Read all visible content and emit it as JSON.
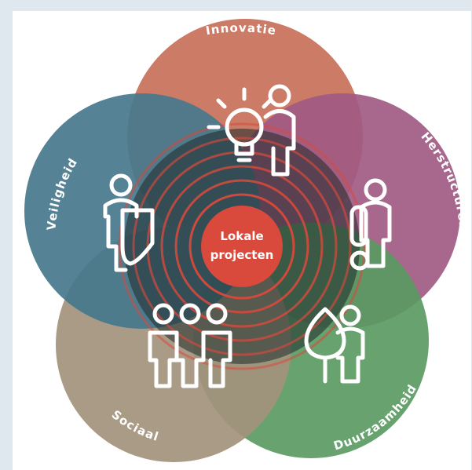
{
  "diagram": {
    "center": {
      "line1": "Lokale",
      "line2": "projecten",
      "color": "#d9493c"
    },
    "themes": [
      {
        "key": "innovatie",
        "label": "Innovatie",
        "color": "#c8705a",
        "icon": "lightbulb-person-icon"
      },
      {
        "key": "herstructurering",
        "label": "Herstructurering",
        "color": "#a15a82",
        "icon": "people-icon"
      },
      {
        "key": "duurzaamheid",
        "label": "Duurzaamheid",
        "color": "#5a9a63",
        "icon": "tree-person-icon"
      },
      {
        "key": "sociaal",
        "label": "Sociaal",
        "color": "#a3927d",
        "icon": "group-icon"
      },
      {
        "key": "veiligheid",
        "label": "Veiligheid",
        "color": "#46788c",
        "icon": "shield-person-icon"
      }
    ],
    "ring_color": "#d9493c"
  }
}
